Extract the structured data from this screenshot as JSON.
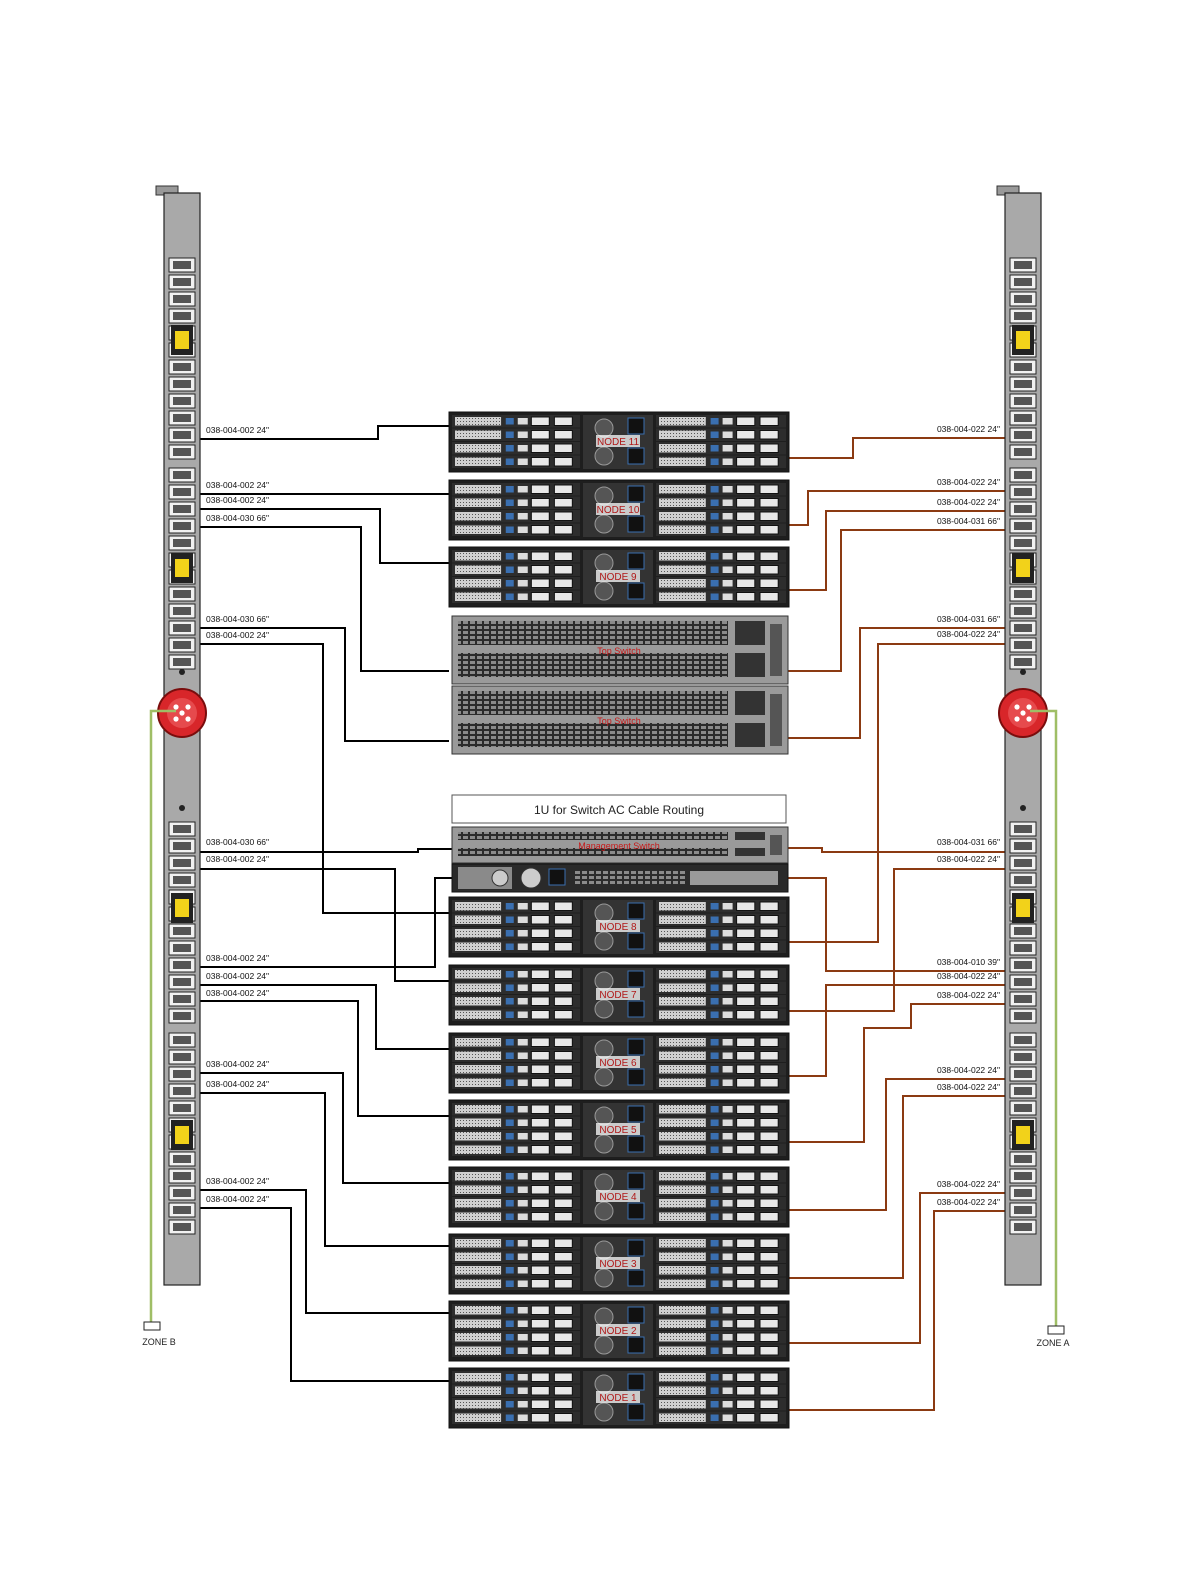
{
  "colors": {
    "zone_b_cable": "#000000",
    "zone_a_cable": "#8b3a12",
    "pdu_body": "#a9a9a9",
    "pdu_connector": "#d8262a",
    "ground_wire": "#9fbe66",
    "node_label": "#b01818",
    "switch_label": "#c81818"
  },
  "routing_shelf": {
    "label": "1U for Switch AC Cable Routing"
  },
  "zones": {
    "left": "ZONE B",
    "right": "ZONE A"
  },
  "switches": {
    "top_1": "Top Switch",
    "top_2": "Top Switch",
    "management": "Management Switch"
  },
  "nodes": [
    "NODE 11",
    "NODE 10",
    "NODE 9",
    "NODE 8",
    "NODE 7",
    "NODE 6",
    "NODE 5",
    "NODE 4",
    "NODE 3",
    "NODE 2",
    "NODE 1"
  ],
  "cables_zone_b": [
    "038-004-002 24\"",
    "038-004-002 24\"",
    "038-004-002 24\"",
    "038-004-030 66\"",
    "038-004-030 66\"",
    "038-004-002 24\"",
    "038-004-030 66\"",
    "038-004-002 24\"",
    "038-004-002 24\"",
    "038-004-002 24\"",
    "038-004-002 24\"",
    "038-004-002 24\"",
    "038-004-002 24\"",
    "038-004-002 24\"",
    "038-004-002 24\""
  ],
  "cables_zone_a": [
    "038-004-022 24\"",
    "038-004-022 24\"",
    "038-004-022 24\"",
    "038-004-031 66\"",
    "038-004-031 66\"",
    "038-004-022 24\"",
    "038-004-031 66\"",
    "038-004-022 24\"",
    "038-004-010 39\"",
    "038-004-022 24\"",
    "038-004-022 24\"",
    "038-004-022 24\"",
    "038-004-022 24\"",
    "038-004-022 24\"",
    "038-004-022 24\""
  ]
}
